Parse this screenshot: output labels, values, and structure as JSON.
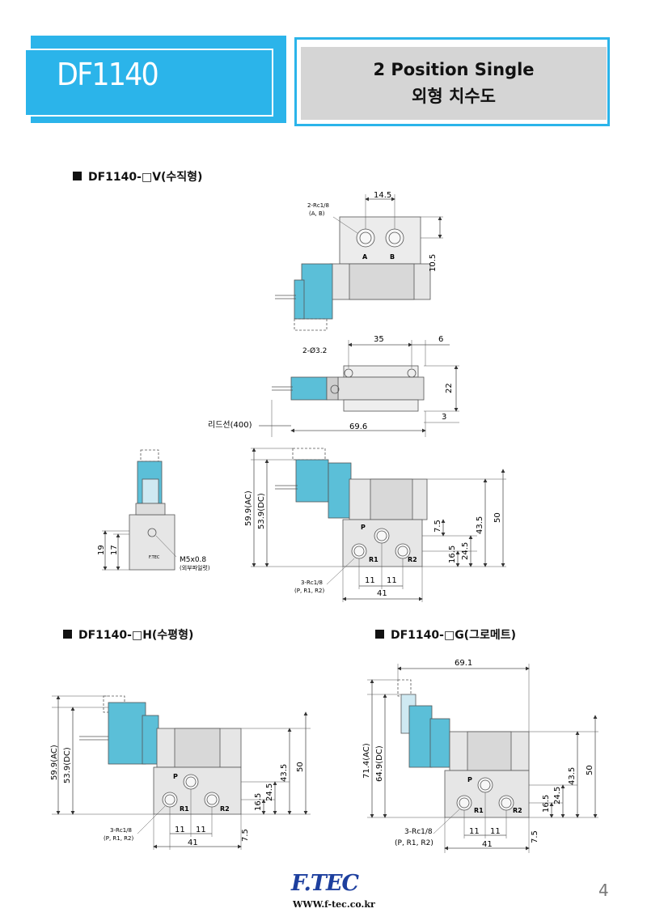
{
  "header": {
    "model": "DF1140",
    "title_line1": "2 Position Single",
    "title_line2": "외형 치수도"
  },
  "sections": {
    "v": "DF1140-□V(수직형)",
    "h": "DF1140-□H(수평형)",
    "g": "DF1140-□G(그로메트)"
  },
  "drawing_v_top": {
    "port_note": "2-Rc1/8",
    "port_note2": "(A, B)",
    "dim_width": "14.5",
    "dim_height": "10.5",
    "port_a": "A",
    "port_b": "B"
  },
  "drawing_v_plan": {
    "hole": "2-Ø3.2",
    "dim_35": "35",
    "dim_6": "6",
    "dim_22": "22",
    "dim_3": "3",
    "dim_696": "69.6",
    "lead": "리드선(400)"
  },
  "drawing_v_side": {
    "dim_19": "19",
    "dim_17": "17",
    "screw": "M5x0.8",
    "screw_note": "(외부파일럿)",
    "label": "F.TEC"
  },
  "drawing_v_front": {
    "ac": "59.9(AC)",
    "dc": "53.9(DC)",
    "p": "P",
    "r1": "R1",
    "r2": "R2",
    "d75": "7.5",
    "d165": "16.5",
    "d245": "24.5",
    "d435": "43.5",
    "d50": "50",
    "ports": "3-Rc1/8",
    "ports2": "(P, R1, R2)",
    "d11a": "11",
    "d11b": "11",
    "d41": "41"
  },
  "drawing_h": {
    "ac": "59.9(AC)",
    "dc": "53.9(DC)",
    "p": "P",
    "r1": "R1",
    "r2": "R2",
    "d165": "16.5",
    "d245": "24.5",
    "d435": "43.5",
    "d50": "50",
    "d75": "7.5",
    "ports": "3-Rc1/8",
    "ports2": "(P, R1, R2)",
    "d11a": "11",
    "d11b": "11",
    "d41": "41"
  },
  "drawing_g": {
    "d691": "69.1",
    "ac": "71.4(AC)",
    "dc": "64.9(DC)",
    "p": "P",
    "r1": "R1",
    "r2": "R2",
    "d165": "16.5",
    "d245": "24.5",
    "d435": "43.5",
    "d50": "50",
    "d75": "7.5",
    "ports": "3-Rc1/8",
    "ports2": "(P, R1, R2)",
    "d11a": "11",
    "d11b": "11",
    "d41": "41"
  },
  "footer": {
    "logo": "F.TEC",
    "url": "WWW.f-tec.co.kr",
    "page": "4"
  },
  "colors": {
    "accent": "#2bb4ea",
    "solenoid": "#5bbfd8",
    "body": "#e6e6e6"
  }
}
